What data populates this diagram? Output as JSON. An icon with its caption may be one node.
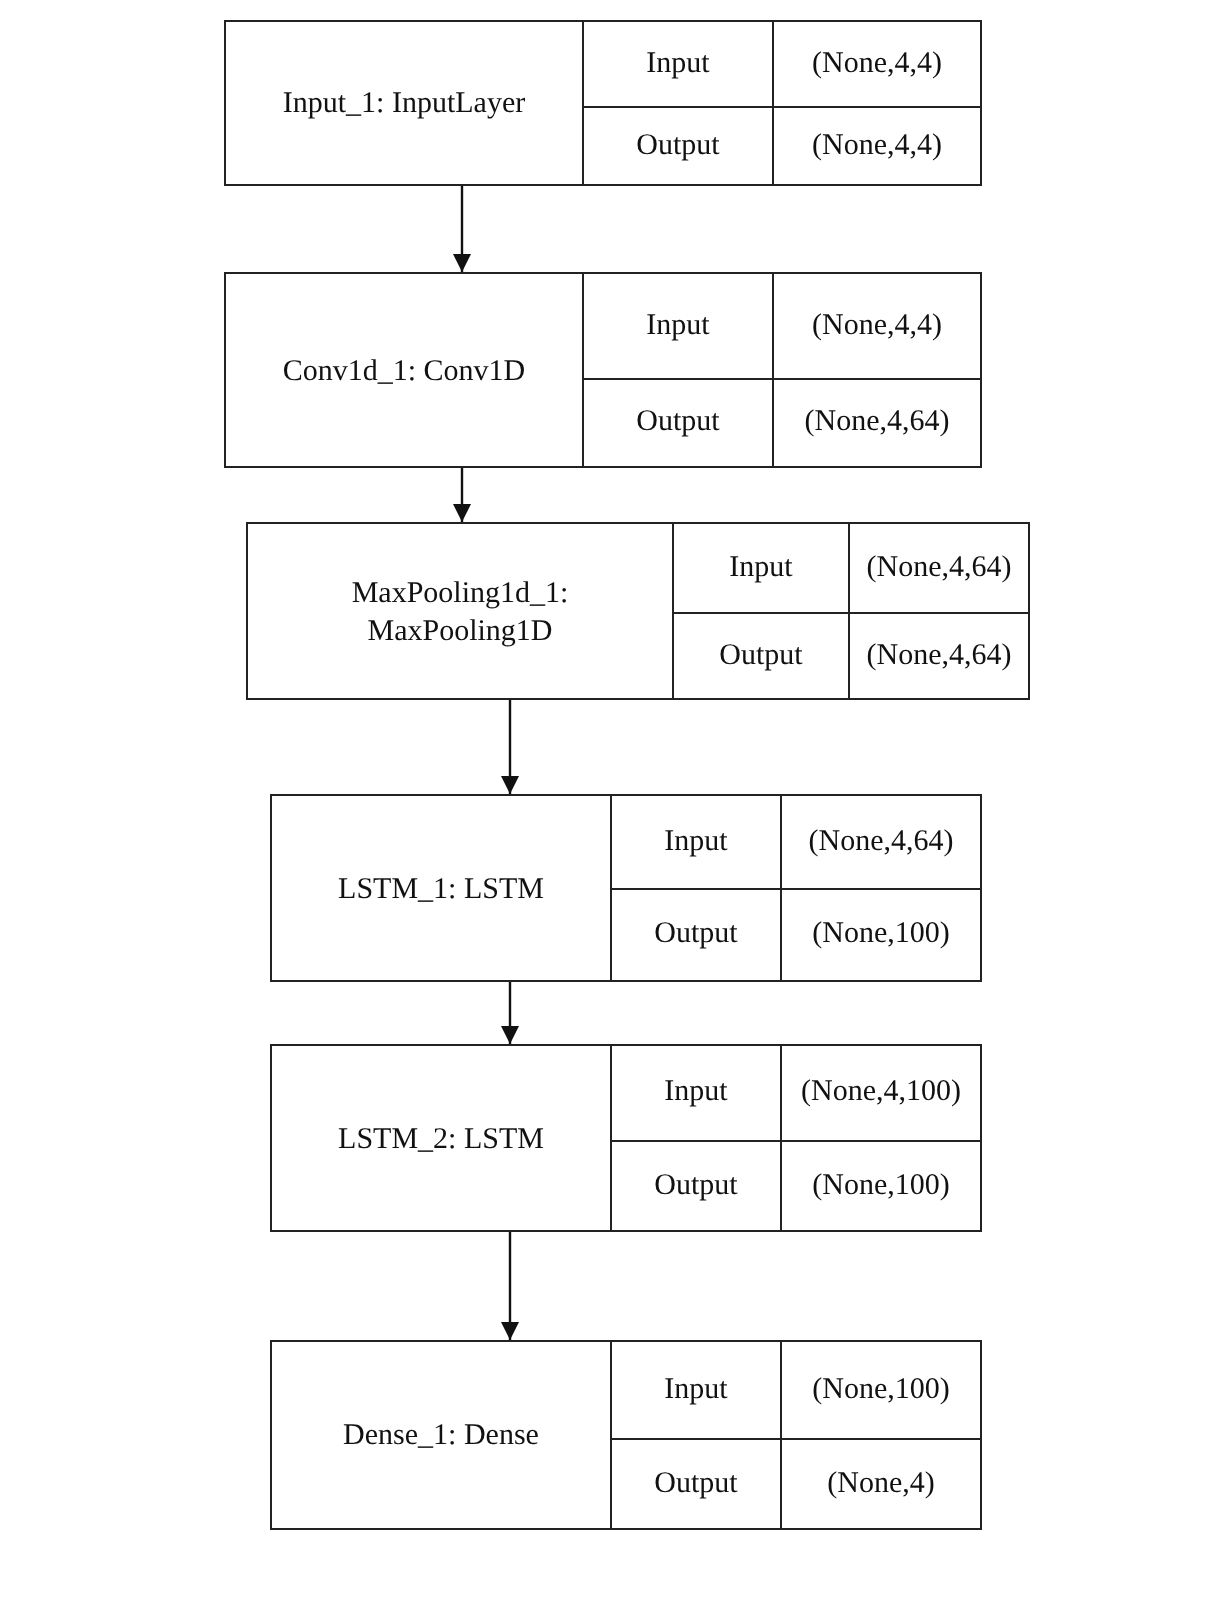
{
  "diagram": {
    "nodes": [
      {
        "text": [
          "Input_1: InputLayer",
          "Input",
          "(None,4,4)",
          "Output",
          "(None,4,4)"
        ]
      },
      {
        "text": [
          "Conv1d_1: Conv1D",
          "Input",
          "(None,4,4)",
          "Output",
          "(None,4,64)"
        ]
      },
      {
        "text": [
          "MaxPooling1d_1: MaxPooling1D",
          "Input",
          "(None,4,64)",
          "Output",
          "(None,4,64)"
        ]
      },
      {
        "text": [
          "LSTM_1: LSTM",
          "Input",
          "(None,4,64)",
          "Output",
          "(None,100)"
        ]
      },
      {
        "text": [
          "LSTM_2: LSTM",
          "Input",
          "(None,4,100)",
          "Output",
          "(None,100)"
        ]
      },
      {
        "text": [
          "Dense_1: Dense",
          "Input",
          "(None,100)",
          "Output",
          "(None,4)"
        ]
      }
    ],
    "edges": [
      {
        "from": 0,
        "to": 1,
        "arrow": "to"
      },
      {
        "from": 1,
        "to": 2,
        "arrow": "to"
      },
      {
        "from": 2,
        "to": 3,
        "arrow": "to"
      },
      {
        "from": 3,
        "to": 4,
        "arrow": "to"
      },
      {
        "from": 4,
        "to": 5,
        "arrow": "to"
      }
    ]
  }
}
